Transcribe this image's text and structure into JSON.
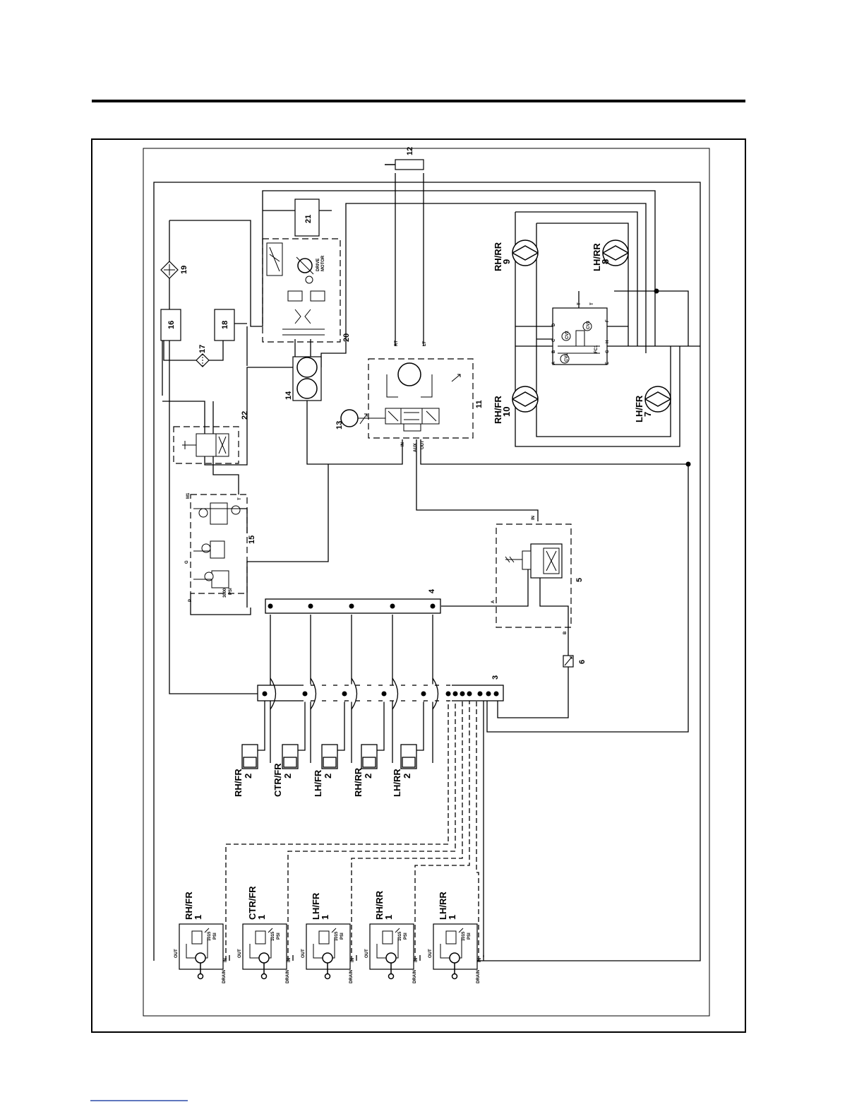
{
  "diagram": {
    "title": "",
    "component_numbers": {
      "relief": "1",
      "cylinder": "2",
      "manifold_lower": "3",
      "manifold_upper": "4",
      "valve5": "5",
      "flow6": "6",
      "motor7": "7",
      "motor8": "8",
      "motor9": "9",
      "motor10": "10",
      "steer11": "11",
      "cyl12": "12",
      "acc13": "13",
      "pump14": "14",
      "manifold15": "15",
      "box16": "16",
      "cooler17": "17",
      "box18": "18",
      "cooler19": "19",
      "pump20": "20",
      "tank21": "21",
      "valve22": "22"
    },
    "positions": {
      "rh_fr": "RH/FR",
      "ctr_fr": "CTR/FR",
      "lh_fr": "LH/FR",
      "rh_rr": "RH/RR",
      "lh_rr": "LH/RR"
    },
    "port_labels": {
      "out": "OUT",
      "in": "IN",
      "drain": "DRAIN",
      "aux": "AUX",
      "rt": "RT",
      "lt": "LT",
      "a": "A",
      "b": "B",
      "c": "C",
      "d": "D",
      "e": "E",
      "f": "F",
      "g": "G",
      "h": "H",
      "t": "T",
      "p": "P",
      "m1": "M1",
      "q": "G"
    },
    "relief_setting": "1015",
    "relief_unit": "PSI",
    "m15_setting": "3000",
    "m15_unit": "PSI",
    "valve_codes": [
      "CV1",
      "CV2",
      "FC1",
      "CV3"
    ],
    "pump_text": [
      "DRIVE",
      "MOTOR"
    ]
  }
}
